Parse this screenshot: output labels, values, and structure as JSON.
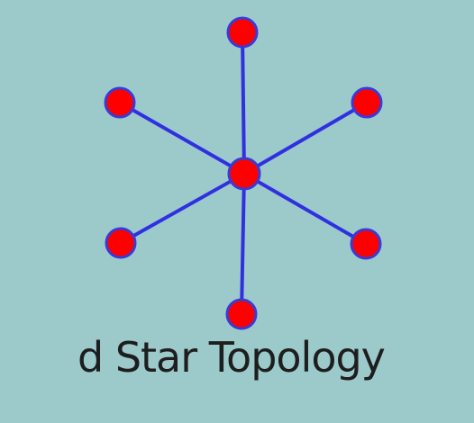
{
  "caption": "d Star Topology",
  "colors": {
    "background": "#9ccacb",
    "node_fill": "#ff0000",
    "node_stroke": "#3a3ad6",
    "edge": "#3030e0",
    "caption_text": "#1e1e1e"
  },
  "topology": {
    "hub": "center",
    "nodes": [
      "center",
      "top",
      "upper-left",
      "upper-right",
      "lower-left",
      "lower-right",
      "bottom"
    ],
    "edges": [
      [
        "center",
        "top"
      ],
      [
        "center",
        "upper-left"
      ],
      [
        "center",
        "upper-right"
      ],
      [
        "center",
        "lower-left"
      ],
      [
        "center",
        "lower-right"
      ],
      [
        "center",
        "bottom"
      ]
    ]
  }
}
